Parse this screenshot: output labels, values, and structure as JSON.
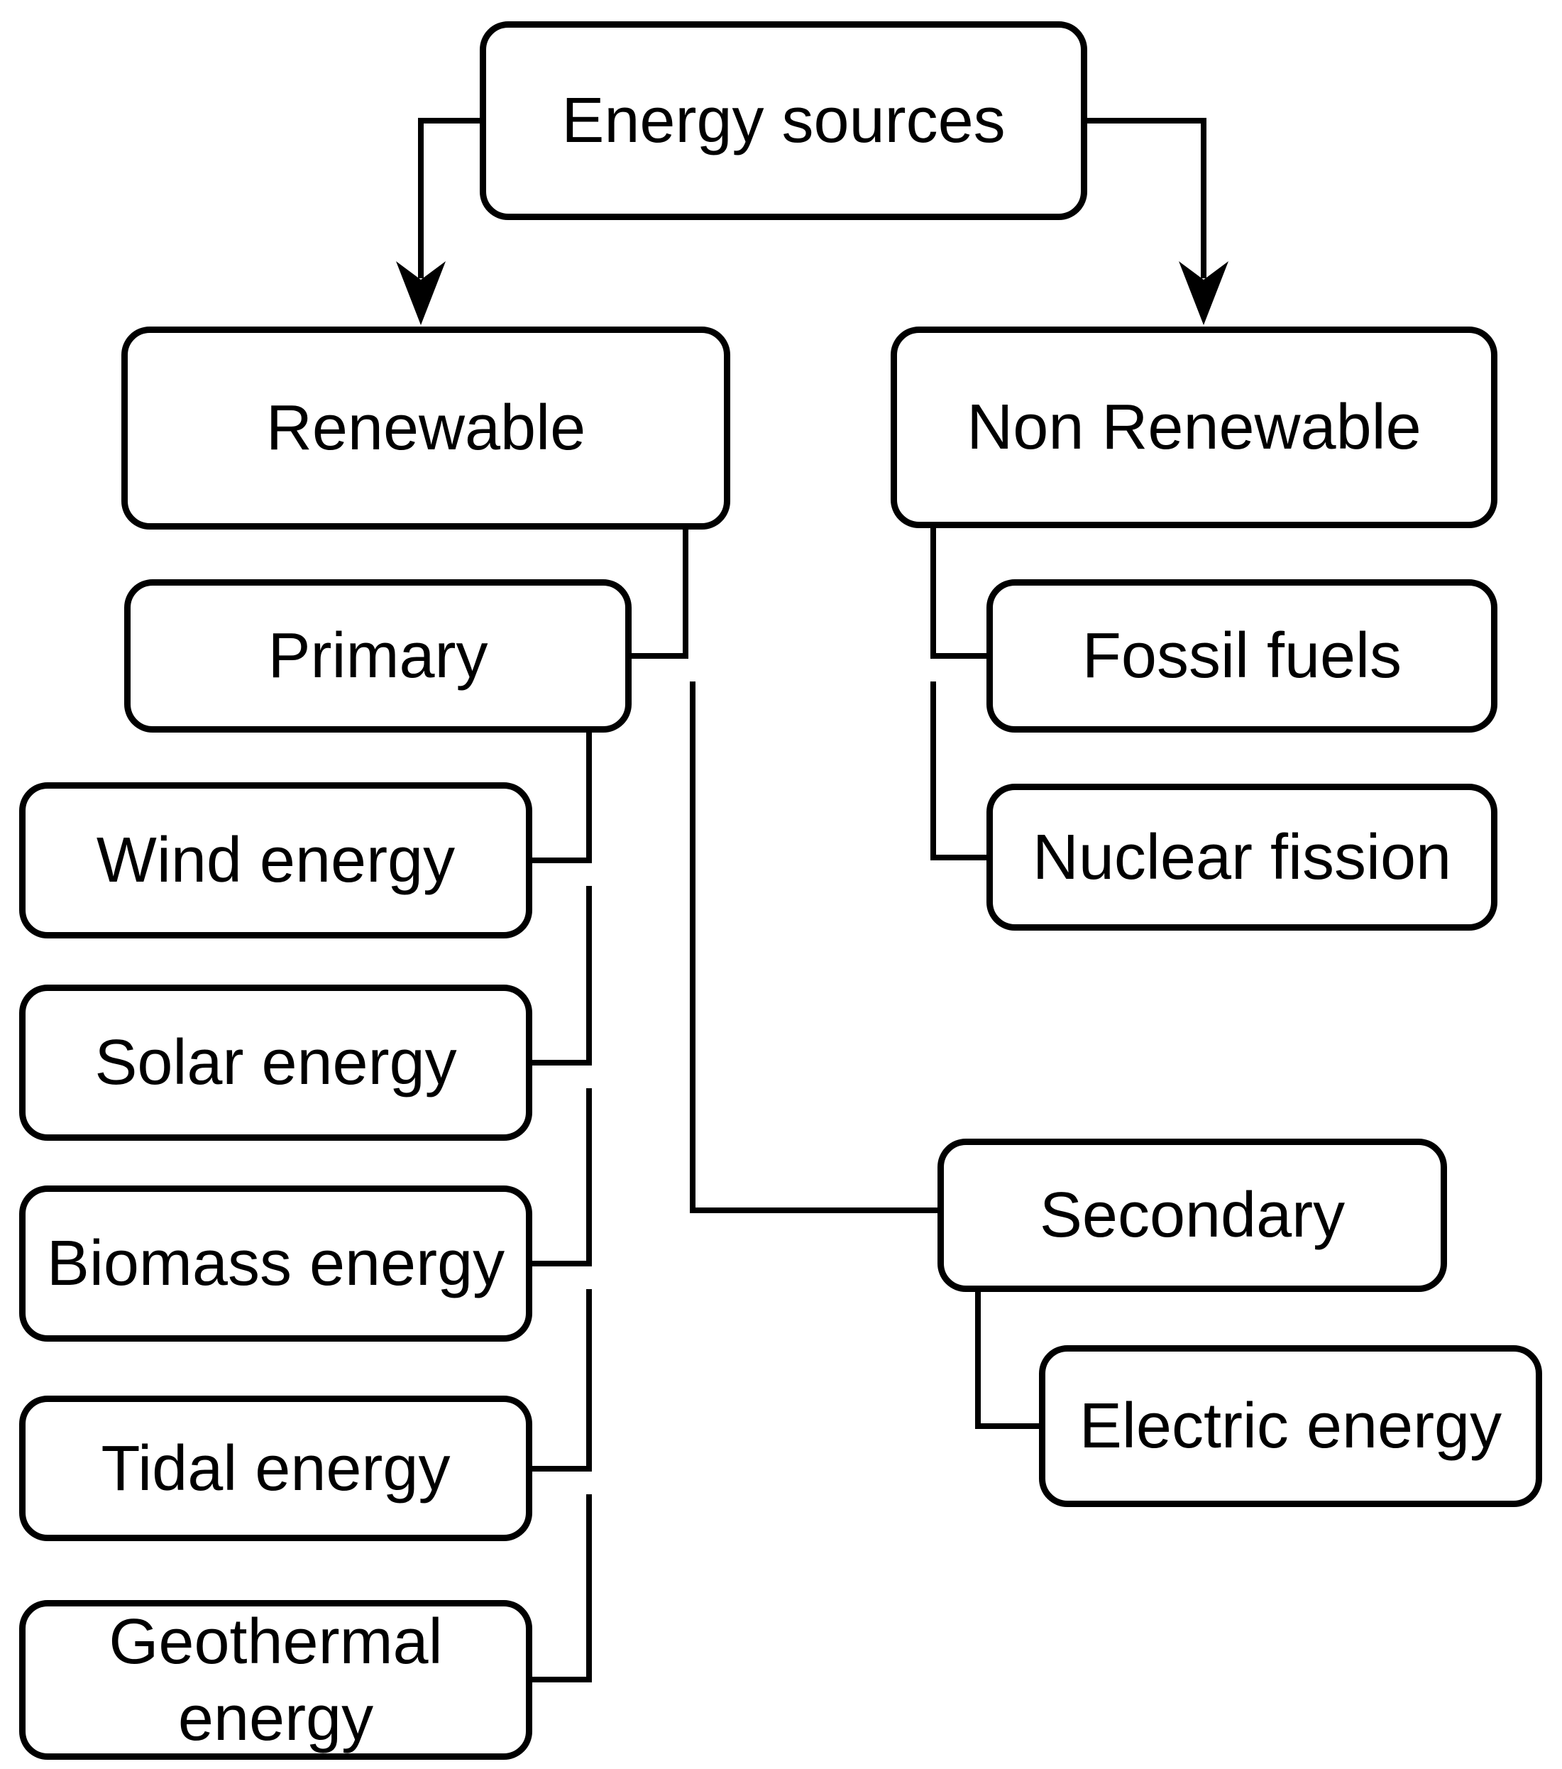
{
  "diagram": {
    "type": "flowchart",
    "root": "Energy sources",
    "colors": {
      "box_fill": "#ffffff",
      "box_stroke": "#000000",
      "text": "#000000",
      "connector": "#000000"
    },
    "nodes": {
      "energy_sources": {
        "label": "Energy sources"
      },
      "renewable": {
        "label": "Renewable"
      },
      "non_renewable": {
        "label": "Non Renewable"
      },
      "primary": {
        "label": "Primary"
      },
      "secondary": {
        "label": "Secondary"
      },
      "fossil_fuels": {
        "label": "Fossil fuels"
      },
      "nuclear_fission": {
        "label": "Nuclear fission"
      },
      "wind": {
        "label": "Wind energy"
      },
      "solar": {
        "label": "Solar energy"
      },
      "biomass": {
        "label": "Biomass energy"
      },
      "tidal": {
        "label": "Tidal energy"
      },
      "geothermal": {
        "label": "Geothermal energy"
      },
      "electric": {
        "label": "Electric energy"
      }
    },
    "edges": [
      {
        "from": "Energy sources",
        "to": "Renewable",
        "arrow": true
      },
      {
        "from": "Energy sources",
        "to": "Non Renewable",
        "arrow": true
      },
      {
        "from": "Renewable",
        "to": "Primary",
        "arrow": false
      },
      {
        "from": "Renewable",
        "to": "Secondary",
        "arrow": false
      },
      {
        "from": "Primary",
        "to": "Wind energy",
        "arrow": false
      },
      {
        "from": "Primary",
        "to": "Solar energy",
        "arrow": false
      },
      {
        "from": "Primary",
        "to": "Biomass energy",
        "arrow": false
      },
      {
        "from": "Primary",
        "to": "Tidal energy",
        "arrow": false
      },
      {
        "from": "Primary",
        "to": "Geothermal energy",
        "arrow": false
      },
      {
        "from": "Non Renewable",
        "to": "Fossil fuels",
        "arrow": false
      },
      {
        "from": "Non Renewable",
        "to": "Nuclear fission",
        "arrow": false
      },
      {
        "from": "Secondary",
        "to": "Electric energy",
        "arrow": false
      }
    ]
  }
}
